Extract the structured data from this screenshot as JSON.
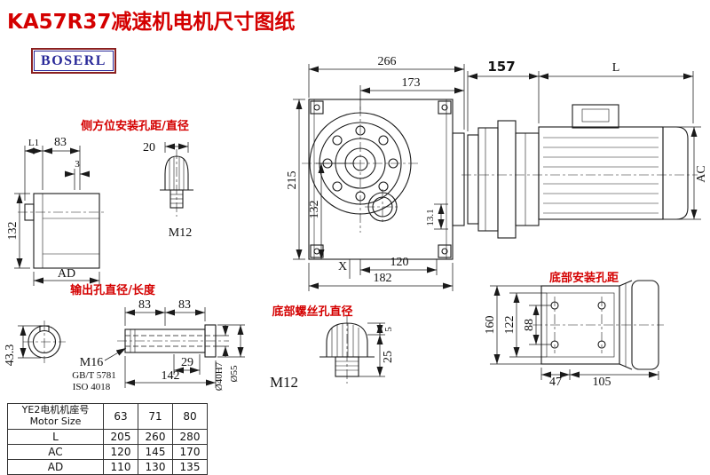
{
  "page": {
    "title": "KA57R37减速机电机尺寸图纸",
    "logo": "BOSERL"
  },
  "notes": {
    "side_mount": "侧方位安装孔距/直径",
    "output": "输出孔直径/长度",
    "bottom_screw": "底部螺丝孔直径",
    "bottom_mount": "底部安装孔距"
  },
  "front_view": {
    "overall_width": "266",
    "flange_to_edge": "173",
    "overall_height": "215",
    "center_to_base": "132",
    "foot_spacing": "120",
    "base_width": "182",
    "edge_offset": "13.1",
    "datum": "X"
  },
  "side_view": {
    "gearbox_length": "157",
    "motor_length": "L",
    "motor_height": "AC"
  },
  "left_view": {
    "shaft_len": "L1",
    "body_depth": "83",
    "plate": "3",
    "height": "132",
    "width": "AD",
    "bolt_width": "20",
    "thread": "M12"
  },
  "output_view": {
    "seg1": "83",
    "seg2": "83",
    "thread": "M16",
    "std_gb": "GB/T 5781",
    "std_iso": "ISO 4018",
    "key_len": "29",
    "total_len": "142",
    "key_height": "43.3",
    "bore": "Ø40H7",
    "shaft_dia": "Ø55"
  },
  "screw_view": {
    "proud": "5",
    "depth": "25",
    "thread": "M12"
  },
  "bottom_view": {
    "overall": "160",
    "outer_holes": "122",
    "inner_holes": "88",
    "front_offset": "47",
    "rear_offset": "105"
  },
  "table": {
    "header_line1": "YE2电机机座号",
    "header_line2": "Motor Size",
    "columns": [
      "63",
      "71",
      "80"
    ],
    "rows": [
      {
        "label": "L",
        "values": [
          "205",
          "260",
          "280"
        ]
      },
      {
        "label": "AC",
        "values": [
          "120",
          "145",
          "170"
        ]
      },
      {
        "label": "AD",
        "values": [
          "110",
          "130",
          "135"
        ]
      }
    ]
  }
}
